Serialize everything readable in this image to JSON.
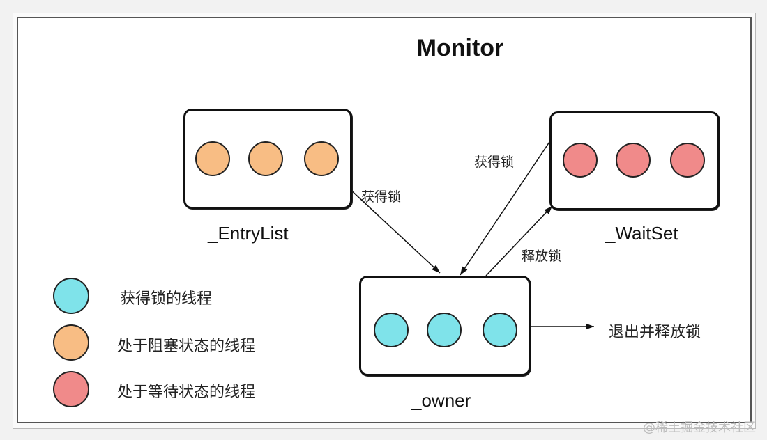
{
  "diagram": {
    "title": "Monitor",
    "colors": {
      "owner": "#7fe3ea",
      "blocked": "#f8bd84",
      "waiting": "#f08a8a"
    },
    "boxes": {
      "entry_list": {
        "label": "_EntryList"
      },
      "wait_set": {
        "label": "_WaitSet"
      },
      "owner": {
        "label": "_owner"
      }
    },
    "edges": {
      "entry_to_owner": "获得锁",
      "wait_to_owner": "获得锁",
      "owner_to_wait": "释放锁",
      "owner_exit": "退出并释放锁"
    },
    "legend": [
      {
        "text": "获得锁的线程",
        "color": "owner"
      },
      {
        "text": "处于阻塞状态的线程",
        "color": "blocked"
      },
      {
        "text": "处于等待状态的线程",
        "color": "waiting"
      }
    ],
    "watermark": "@稀土掘金技术社区"
  }
}
